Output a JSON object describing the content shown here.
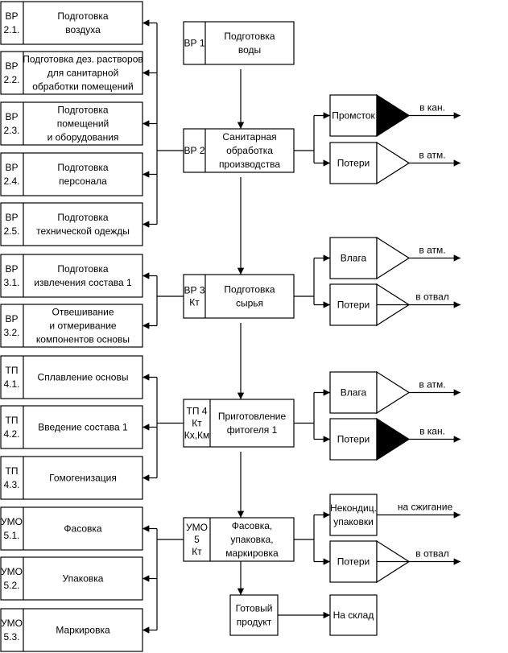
{
  "left_groups": [
    {
      "items": [
        {
          "id": [
            "ВР",
            "2.1."
          ],
          "text": [
            "Подготовка",
            "воздуха"
          ]
        },
        {
          "id": [
            "ВР",
            "2.2."
          ],
          "text": [
            "Подготовка дез. растворов",
            "для санитарной",
            "обработки помещений"
          ]
        },
        {
          "id": [
            "ВР",
            "2.3."
          ],
          "text": [
            "Подготовка",
            "помещений",
            "и оборудования"
          ]
        },
        {
          "id": [
            "ВР",
            "2.4."
          ],
          "text": [
            "Подготовка",
            "персонала"
          ]
        },
        {
          "id": [
            "ВР",
            "2.5."
          ],
          "text": [
            "Подготовка",
            "технической одежды"
          ]
        }
      ]
    },
    {
      "items": [
        {
          "id": [
            "ВР",
            "3.1."
          ],
          "text": [
            "Подготовка",
            "извлечения состава 1"
          ]
        },
        {
          "id": [
            "ВР",
            "3.2."
          ],
          "text": [
            "Отвешивание",
            "и отмеривание",
            "компонентов основы"
          ]
        }
      ]
    },
    {
      "items": [
        {
          "id": [
            "ТП",
            "4.1."
          ],
          "text": [
            "Сплавление основы"
          ]
        },
        {
          "id": [
            "ТП",
            "4.2."
          ],
          "text": [
            "Введение состава 1"
          ]
        },
        {
          "id": [
            "ТП",
            "4.3."
          ],
          "text": [
            "Гомогенизация"
          ]
        }
      ]
    },
    {
      "items": [
        {
          "id": [
            "УМО",
            "5.1."
          ],
          "text": [
            "Фасовка"
          ]
        },
        {
          "id": [
            "УМО",
            "5.2."
          ],
          "text": [
            "Упаковка"
          ]
        },
        {
          "id": [
            "УМО",
            "5.3."
          ],
          "text": [
            "Маркировка"
          ]
        }
      ]
    }
  ],
  "main_steps": [
    {
      "id": [
        "ВР 1"
      ],
      "text": [
        "Подготовка",
        "воды"
      ]
    },
    {
      "id": [
        "ВР 2"
      ],
      "text": [
        "Санитарная",
        "обработка",
        "производства"
      ]
    },
    {
      "id": [
        "ВР 3",
        "Кт"
      ],
      "text": [
        "Подготовка",
        "сырья"
      ]
    },
    {
      "id": [
        "ТП 4",
        "Кт",
        "Кх,Км"
      ],
      "text": [
        "Приготовление",
        "фитогеля 1"
      ]
    },
    {
      "id": [
        "УМО",
        "5",
        "Кт"
      ],
      "text": [
        "Фасовка,",
        "упаковка,",
        "маркировка"
      ]
    }
  ],
  "outputs": [
    {
      "step": 1,
      "items": [
        {
          "text": [
            "Промсток"
          ],
          "symbol": "filled-triangle",
          "dest": "в кан."
        },
        {
          "text": [
            "Потери"
          ],
          "symbol": "open-triangle",
          "dest": "в атм."
        }
      ]
    },
    {
      "step": 2,
      "items": [
        {
          "text": [
            "Влага"
          ],
          "symbol": "open-triangle",
          "dest": "в атм."
        },
        {
          "text": [
            "Потери"
          ],
          "symbol": "split-triangle",
          "dest": "в отвал"
        }
      ]
    },
    {
      "step": 3,
      "items": [
        {
          "text": [
            "Влага"
          ],
          "symbol": "open-triangle",
          "dest": "в атм."
        },
        {
          "text": [
            "Потери"
          ],
          "symbol": "filled-triangle",
          "dest": "в кан."
        }
      ]
    },
    {
      "step": 4,
      "items": [
        {
          "text": [
            "Некондиц.",
            "упаковки"
          ],
          "symbol": "none",
          "dest": "на сжигание"
        },
        {
          "text": [
            "Потери"
          ],
          "symbol": "split-triangle",
          "dest": "в отвал"
        }
      ]
    }
  ],
  "final_product": {
    "text": [
      "Готовый",
      "продукт"
    ]
  },
  "storage": {
    "text": [
      "На склад"
    ]
  }
}
